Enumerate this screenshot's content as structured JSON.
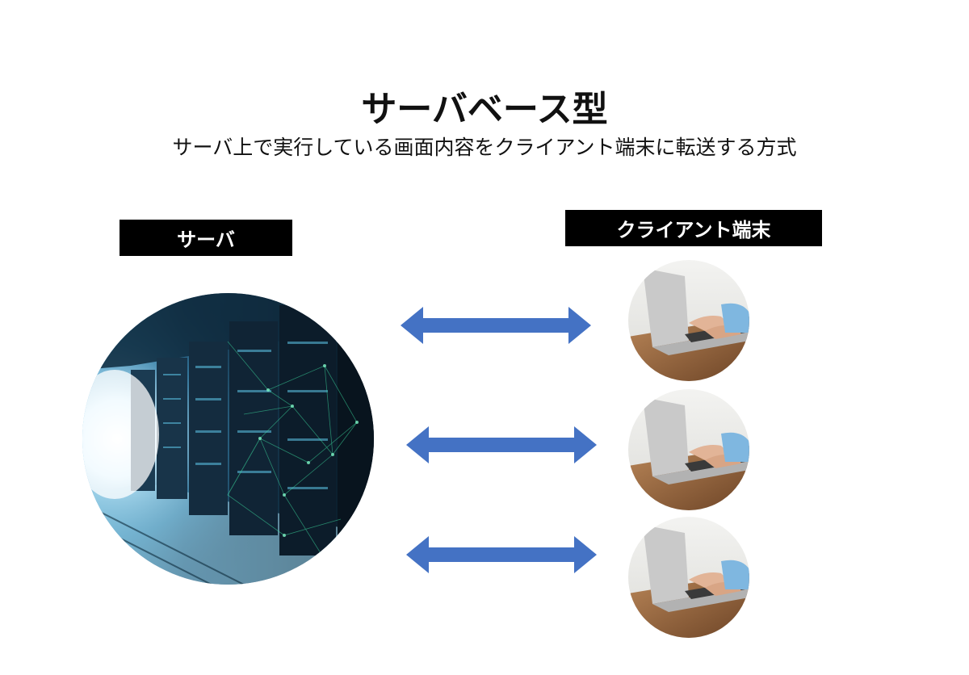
{
  "title": "サーバベース型",
  "subtitle": "サーバ上で実行している画面内容をクライアント端末に転送する方式",
  "server": {
    "label": "サーバ",
    "image": "server-room-photo"
  },
  "clients": {
    "label": "クライアント端末",
    "items": [
      {
        "image": "laptop-typing-photo"
      },
      {
        "image": "laptop-typing-photo"
      },
      {
        "image": "laptop-typing-photo"
      }
    ]
  },
  "connections": [
    {
      "type": "bidirectional-arrow",
      "color": "#4472C4"
    },
    {
      "type": "bidirectional-arrow",
      "color": "#4472C4"
    },
    {
      "type": "bidirectional-arrow",
      "color": "#4472C4"
    }
  ]
}
